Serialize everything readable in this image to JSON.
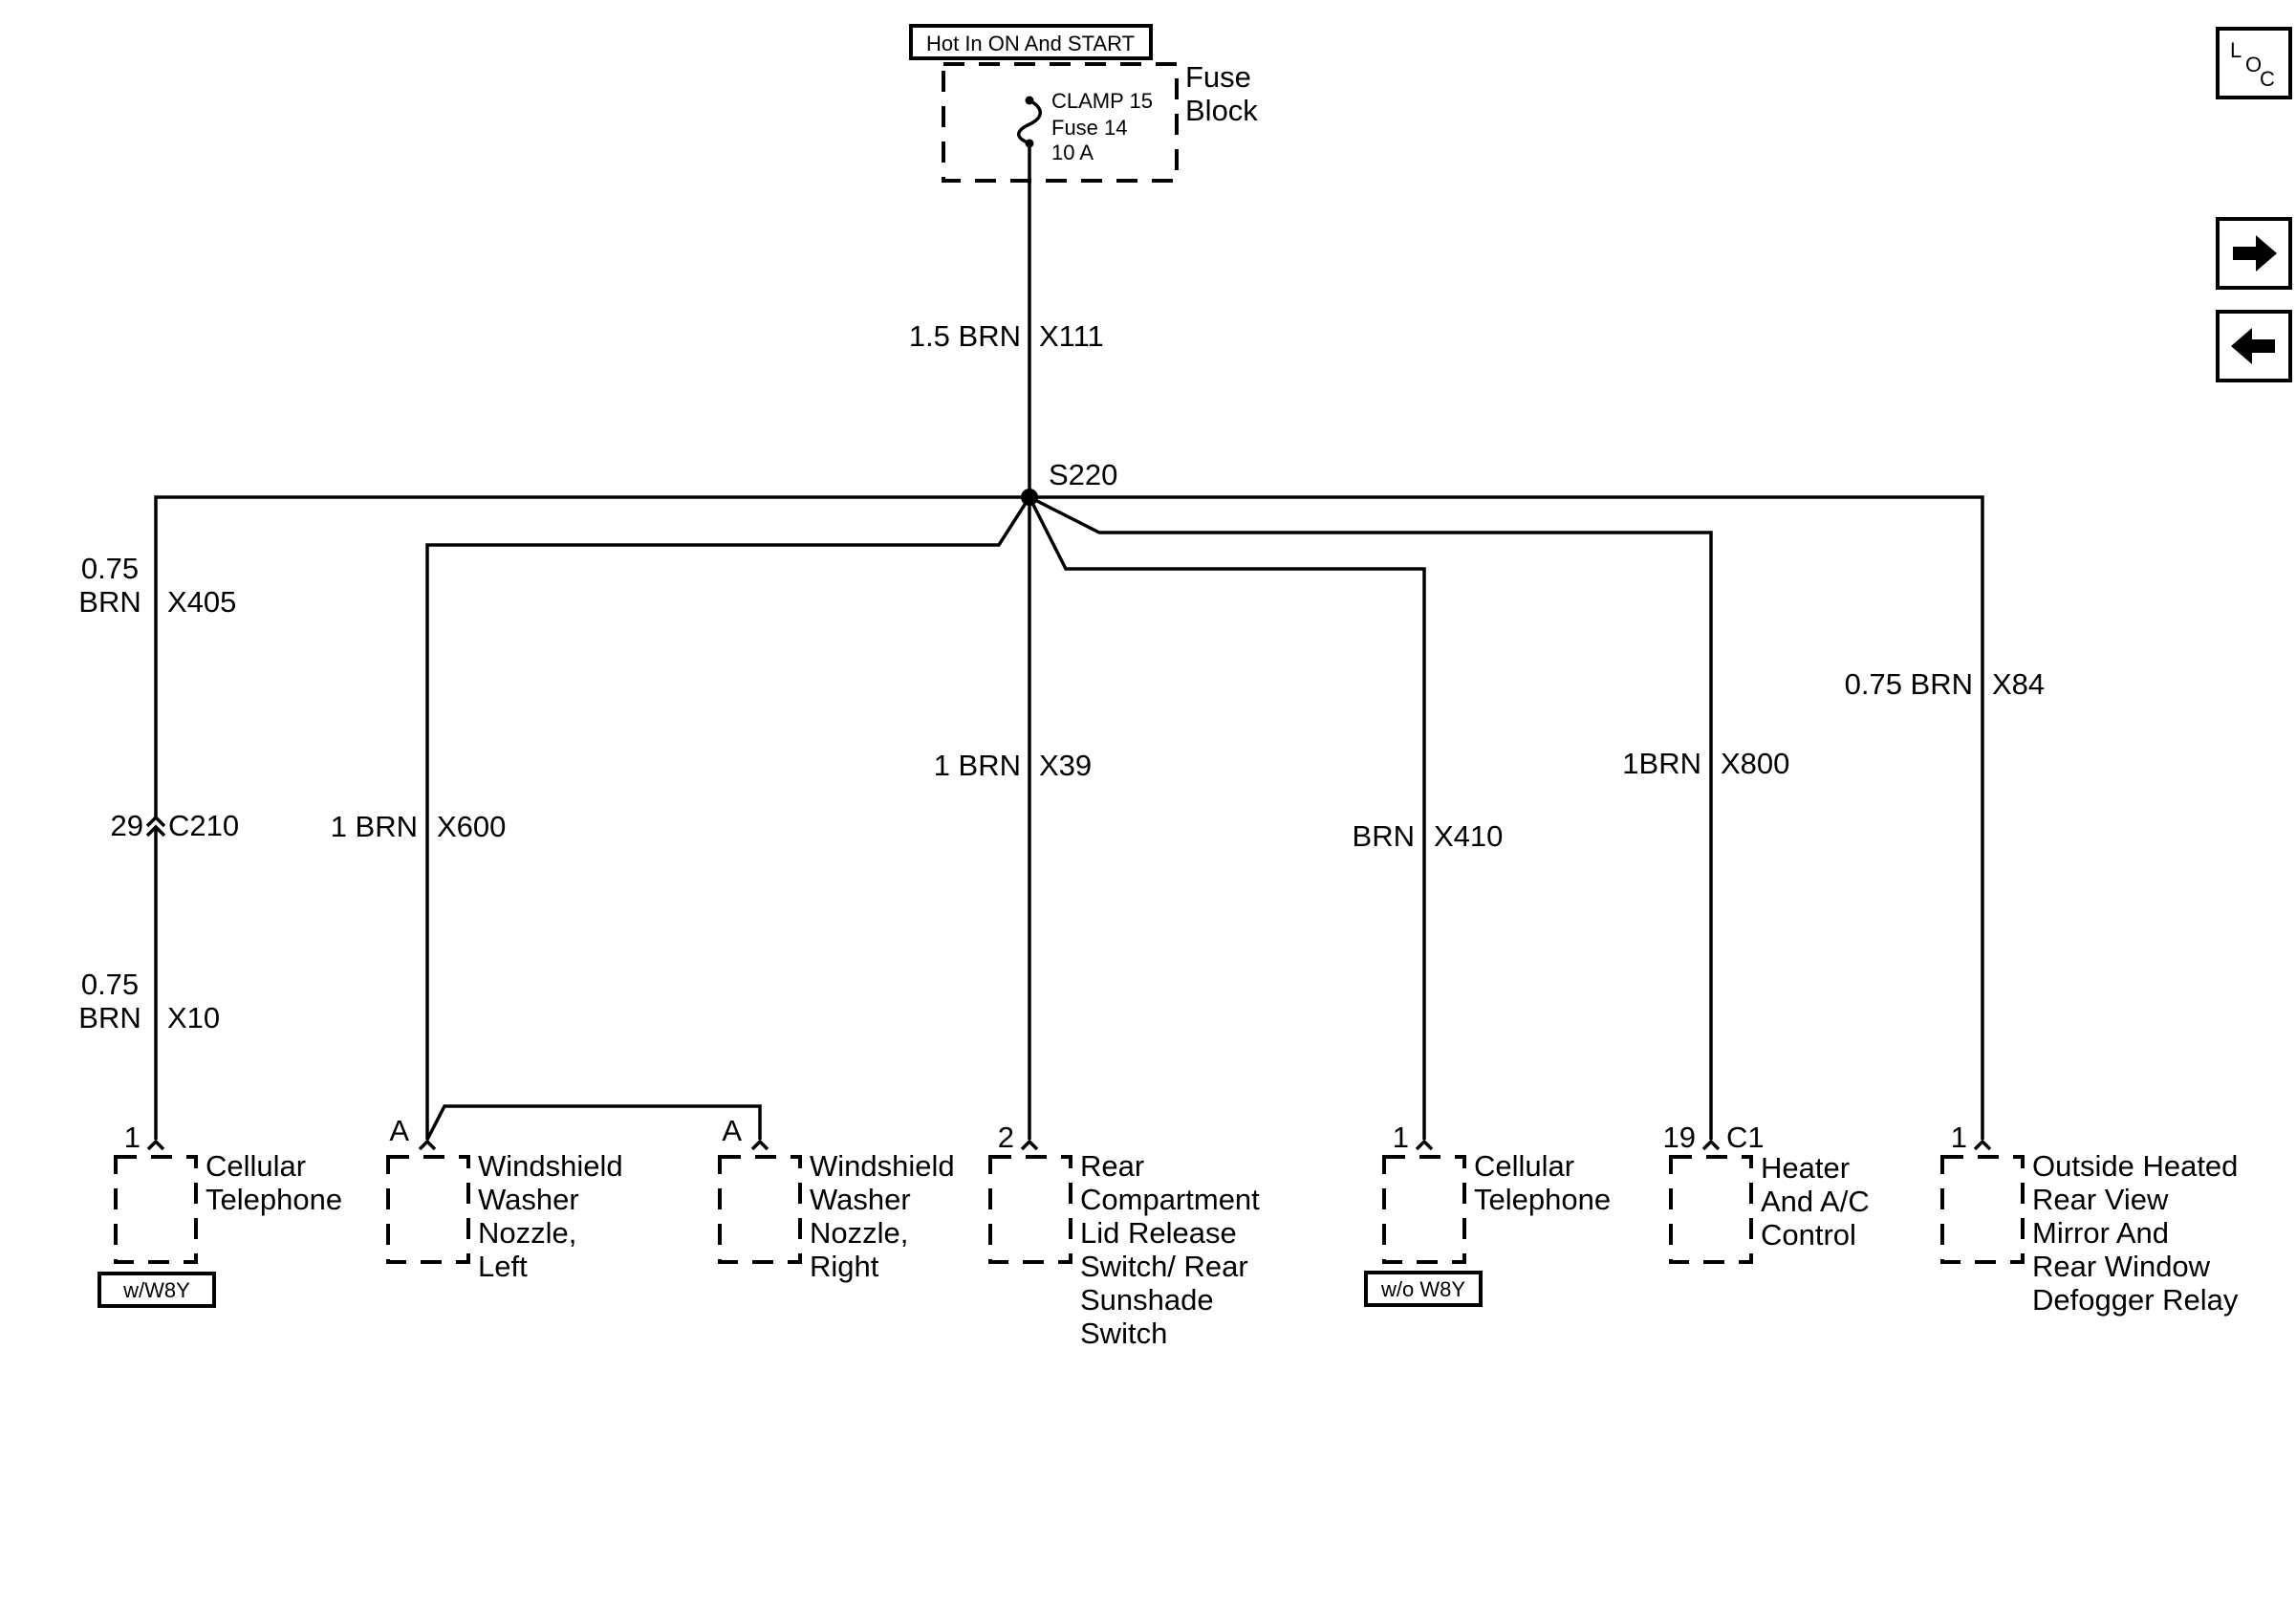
{
  "power": {
    "hot_label": "Hot In ON And START",
    "fuse_block_line1": "Fuse",
    "fuse_block_line2": "Block",
    "clamp": "CLAMP 15",
    "fuse": "Fuse 14",
    "rating": "10 A"
  },
  "feed_wire": {
    "size_color": "1.5 BRN",
    "circuit": "X111"
  },
  "splice": "S220",
  "nav": {
    "loc_letters": [
      "L",
      "O",
      "C"
    ],
    "next_icon": "arrow-right-icon",
    "prev_icon": "arrow-left-icon"
  },
  "branches": {
    "x405": {
      "size": "0.75",
      "color": "BRN",
      "circuit": "X405"
    },
    "c210": {
      "pin": "29",
      "connector": "C210"
    },
    "x10": {
      "size": "0.75",
      "color": "BRN",
      "circuit": "X10"
    },
    "x600": {
      "size_color": "1 BRN",
      "circuit": "X600"
    },
    "x39": {
      "size_color": "1 BRN",
      "circuit": "X39"
    },
    "x410": {
      "size_color": "BRN",
      "circuit": "X410"
    },
    "x800": {
      "size_color": "1BRN",
      "circuit": "X800"
    },
    "x84": {
      "size_color": "0.75 BRN",
      "circuit": "X84"
    }
  },
  "components": {
    "cell_w": {
      "pin": "1",
      "lines": [
        "Cellular",
        "Telephone"
      ],
      "option": "w/W8Y"
    },
    "nozzle_left": {
      "pin": "A",
      "lines": [
        "Windshield",
        "Washer",
        "Nozzle,",
        "Left"
      ]
    },
    "nozzle_right": {
      "pin": "A",
      "lines": [
        "Windshield",
        "Washer",
        "Nozzle,",
        "Right"
      ]
    },
    "rear_release": {
      "pin": "2",
      "lines": [
        "Rear",
        "Compartment",
        "Lid Release",
        "Switch/ Rear",
        "Sunshade",
        "Switch"
      ]
    },
    "cell_wo": {
      "pin": "1",
      "lines": [
        "Cellular",
        "Telephone"
      ],
      "option": "w/o W8Y"
    },
    "hvac": {
      "pin": "19",
      "connector": "C1",
      "lines": [
        "Heater",
        "And A/C",
        "Control"
      ]
    },
    "mirror": {
      "pin": "1",
      "lines": [
        "Outside Heated",
        "Rear View",
        "Mirror And",
        "Rear Window",
        "Defogger Relay"
      ]
    }
  }
}
